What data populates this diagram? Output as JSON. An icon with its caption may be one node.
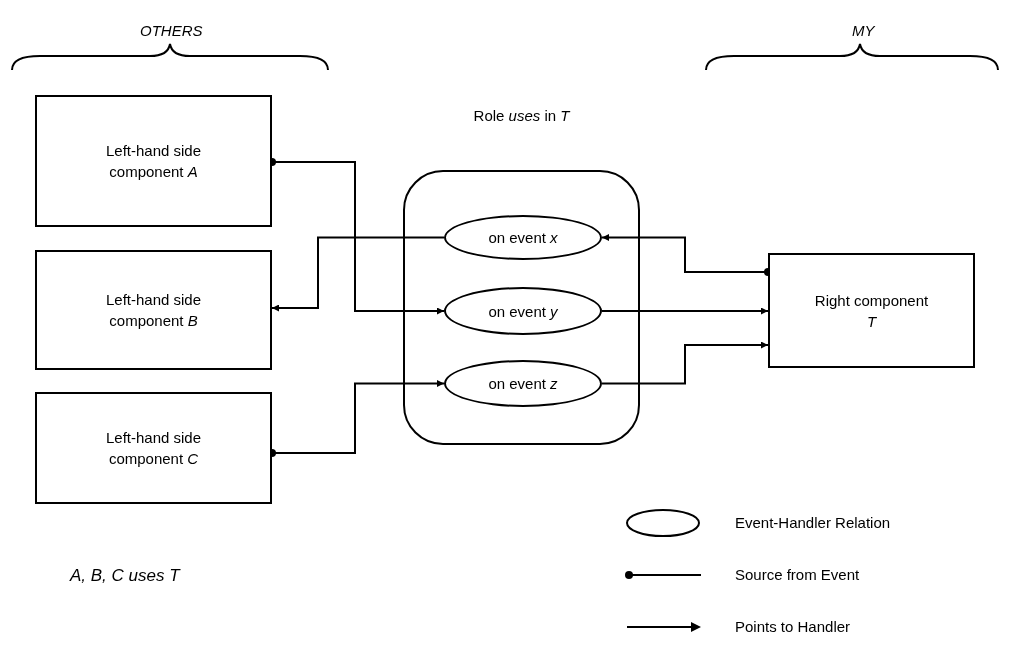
{
  "diagram": {
    "nodes": [
      {
        "text": [
          "Left-hand side component *A*"
        ]
      },
      {
        "text": [
          "Left-hand side component *B*"
        ]
      },
      {
        "text": [
          "Left-hand side component *C*"
        ]
      },
      {
        "text": [
          "Role *uses* in *T*"
        ]
      },
      {
        "text": [
          "on event *x*"
        ],
        "in": 3
      },
      {
        "text": [
          "on event *y*"
        ],
        "in": 3
      },
      {
        "text": [
          "on event *z*"
        ],
        "in": 3
      },
      {
        "text": [
          "Right component *T*"
        ]
      }
    ],
    "edges": [
      {
        "from": 0,
        "to": 5,
        "arrow": "to"
      },
      {
        "from": 4,
        "to": 1,
        "arrow": "to"
      },
      {
        "from": 2,
        "to": 6,
        "arrow": "to"
      },
      {
        "from": 7,
        "to": 4,
        "arrow": "to"
      },
      {
        "from": 5,
        "to": 7,
        "arrow": "to"
      },
      {
        "from": 6,
        "to": 7,
        "arrow": "to"
      }
    ],
    "labels": [
      "OTHERS",
      "MY",
      "A, B, C uses T"
    ],
    "legend": [
      {
        "text": "Event-Handler Relation"
      },
      {
        "text": "Source from Event"
      },
      {
        "text": "Points to Handler"
      }
    ]
  }
}
